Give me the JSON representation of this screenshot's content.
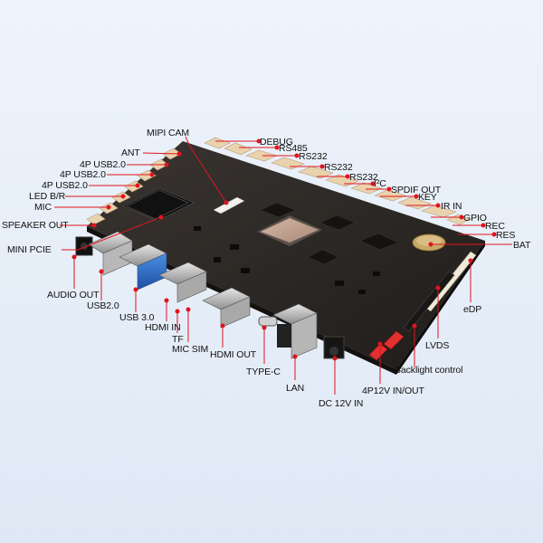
{
  "labels": {
    "mipi_cam": "MIPI CAM",
    "debug": "DEBUG",
    "ant": "ANT",
    "rs485": "RS485",
    "usb_4p_1": "4P USB2.0",
    "rs232_1": "RS232",
    "usb_4p_2": "4P USB2.0",
    "rs232_2": "RS232",
    "rs232_3": "RS232",
    "usb_4p_3": "4P USB2.0",
    "i2c": "I²C",
    "spdif_out": "SPDIF OUT",
    "led": "LED B/R",
    "key": "KEY",
    "mic_top": "MIC",
    "ir_in": "IR IN",
    "gpio": "GPIO",
    "speaker_out": "SPEAKER OUT",
    "rec": "REC",
    "res": "RES",
    "mini_pcie": "MINI PCIE",
    "bat": "BAT",
    "audio_out": "AUDIO OUT",
    "usb20": "USB2.0",
    "edp": "eDP",
    "usb30": "USB 3.0",
    "hdmi_in": "HDMI IN",
    "tf": "TF",
    "lvds": "LVDS",
    "mic_sim": "MIC SIM",
    "hdmi_out": "HDMI OUT",
    "backlight": "Backlight control",
    "type_c": "TYPE-C",
    "lan": "LAN",
    "power_4p": "4P12V IN/OUT",
    "dc_in": "DC 12V IN"
  },
  "colors": {
    "accent": "#e0141e",
    "pcb": "#2a2623",
    "connector": "#e9d2ae",
    "label_text": "#111111"
  }
}
